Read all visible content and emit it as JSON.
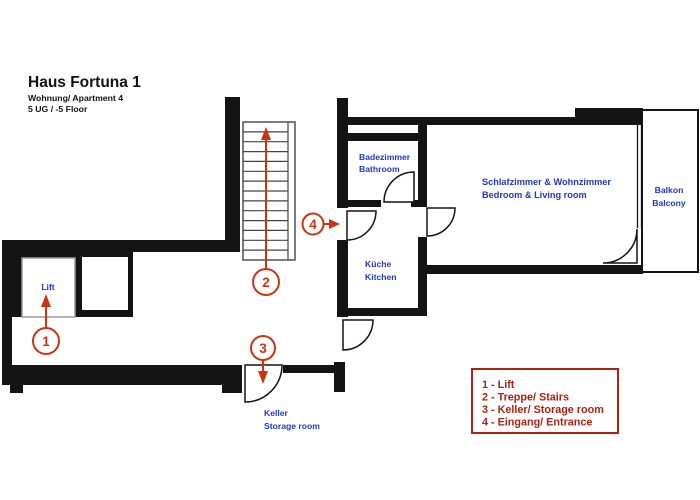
{
  "header": {
    "title": "Haus Fortuna 1",
    "subtitle_line1": "Wohnung/ Apartment 4",
    "subtitle_line2": "5 UG / -5 Floor"
  },
  "rooms": {
    "lift": {
      "label": "Lift"
    },
    "bathroom": {
      "line1": "Badezimmer",
      "line2": "Bathroom"
    },
    "bedroom": {
      "line1": "Schlafzimmer & Wohnzimmer",
      "line2": "Bedroom & Living room"
    },
    "balcony": {
      "line1": "Balkon",
      "line2": "Balcony"
    },
    "kitchen": {
      "line1": "Küche",
      "line2": "Kitchen"
    },
    "keller": {
      "line1": "Keller",
      "line2": "Storage room"
    }
  },
  "markers": {
    "m1": "1",
    "m2": "2",
    "m3": "3",
    "m4": "4"
  },
  "legend": {
    "items": [
      "1 - Lift",
      "2 - Treppe/ Stairs",
      "3 - Keller/ Storage room",
      "4 - Eingang/ Entrance"
    ]
  },
  "colors": {
    "wall": "#141414",
    "blue": "#2236c4",
    "red": "#cc3311",
    "legend": "#aa2211",
    "stairs": "#444444",
    "liftborder": "#999999"
  }
}
